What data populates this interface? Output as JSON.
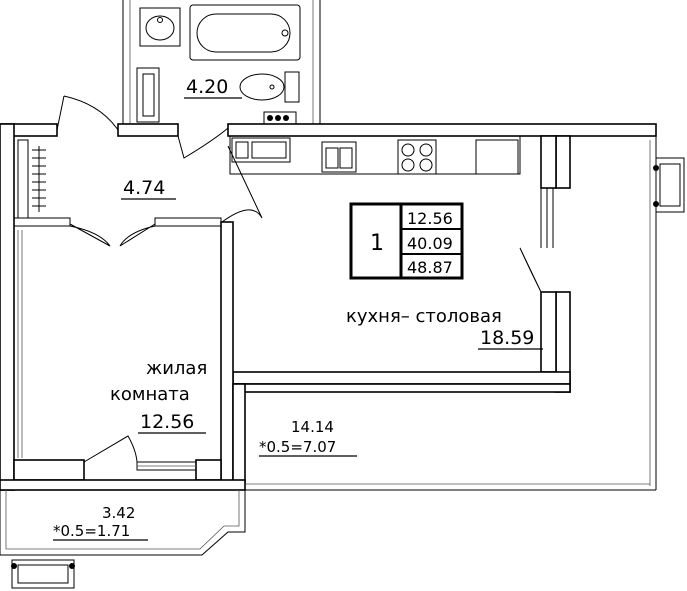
{
  "rooms": {
    "bathroom": {
      "area": "4.20"
    },
    "hallway": {
      "area": "4.74"
    },
    "living": {
      "name_line1": "жилая",
      "name_line2": "комната",
      "area": "12.56"
    },
    "kitchen": {
      "name": "кухня– столовая",
      "area": "18.59"
    },
    "terrace": {
      "area": "14.14",
      "coef": "*0.5=7.07"
    },
    "balcony": {
      "area": "3.42",
      "coef": "*0.5=1.71"
    }
  },
  "summary": {
    "rooms_count": "1",
    "living_area": "12.56",
    "total_area": "40.09",
    "gross_area": "48.87"
  },
  "colors": {
    "line": "#000000",
    "hatch": "#000000",
    "background": "#ffffff"
  }
}
